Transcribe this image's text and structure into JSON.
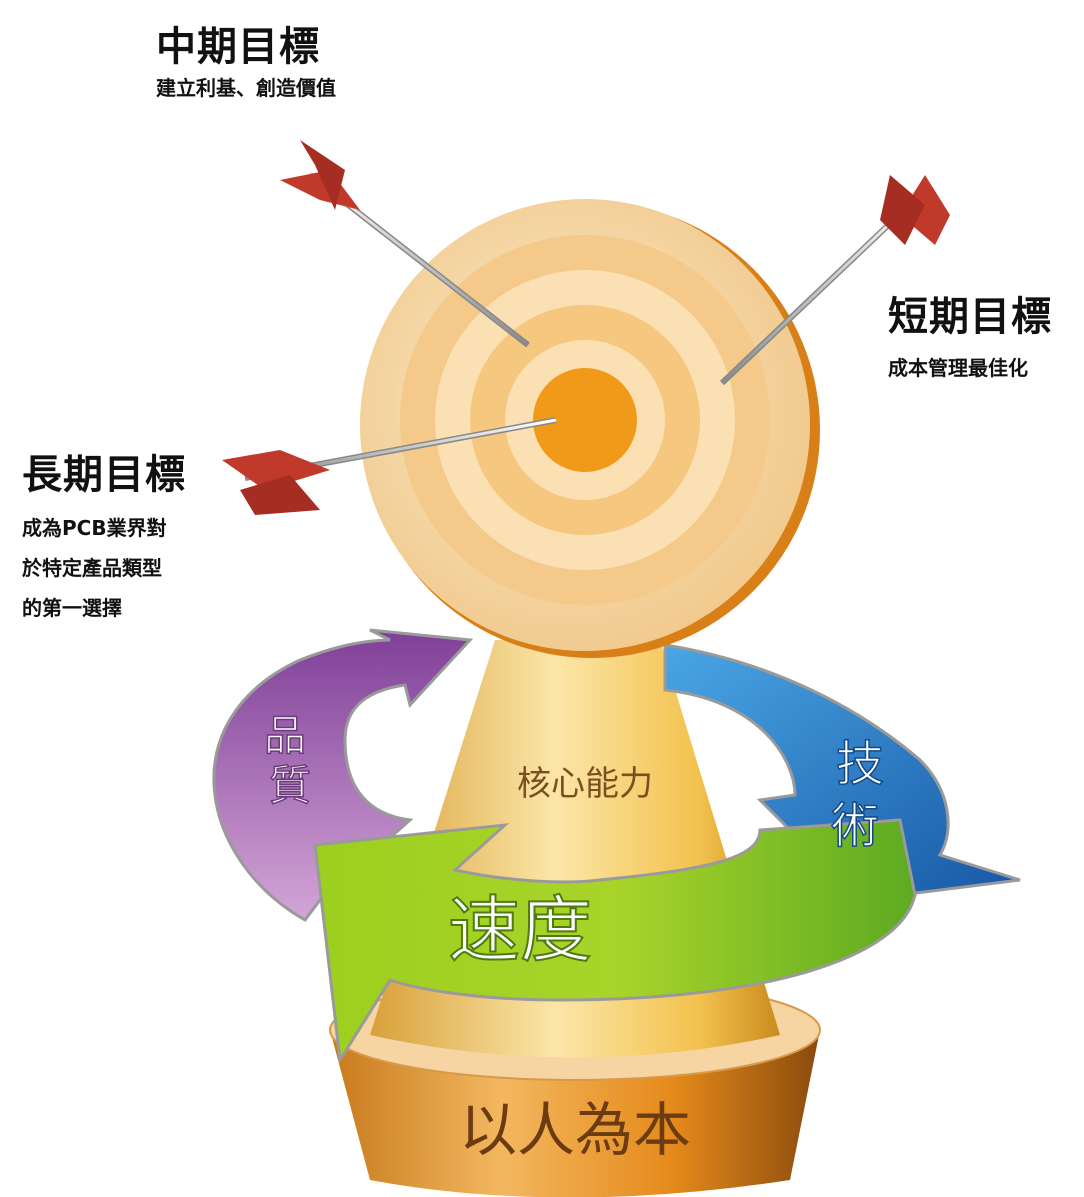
{
  "goals": {
    "mid": {
      "title": "中期目標",
      "desc": "建立利基、創造價值"
    },
    "short": {
      "title": "短期目標",
      "desc": "成本管理最佳化"
    },
    "long": {
      "title": "長期目標",
      "desc_lines": [
        "成為PCB業界對",
        "於特定產品類型",
        "的第一選擇"
      ]
    }
  },
  "labels": {
    "core": "核心能力",
    "quality": [
      "品",
      "質"
    ],
    "tech": [
      "技",
      "術"
    ],
    "speed": "速度",
    "base": "以人為本"
  },
  "colors": {
    "target_ring_light": "#fbe0b4",
    "target_ring_mid": "#f6c77f",
    "target_center": "#f19a1a",
    "arrow_fletch": "#c0392b",
    "quality_purple": "#9a62ad",
    "tech_blue": "#1f7cc6",
    "speed_green": "#8cc21a",
    "cone_gold": "#f2c14e",
    "base_orange": "#e0902a"
  }
}
